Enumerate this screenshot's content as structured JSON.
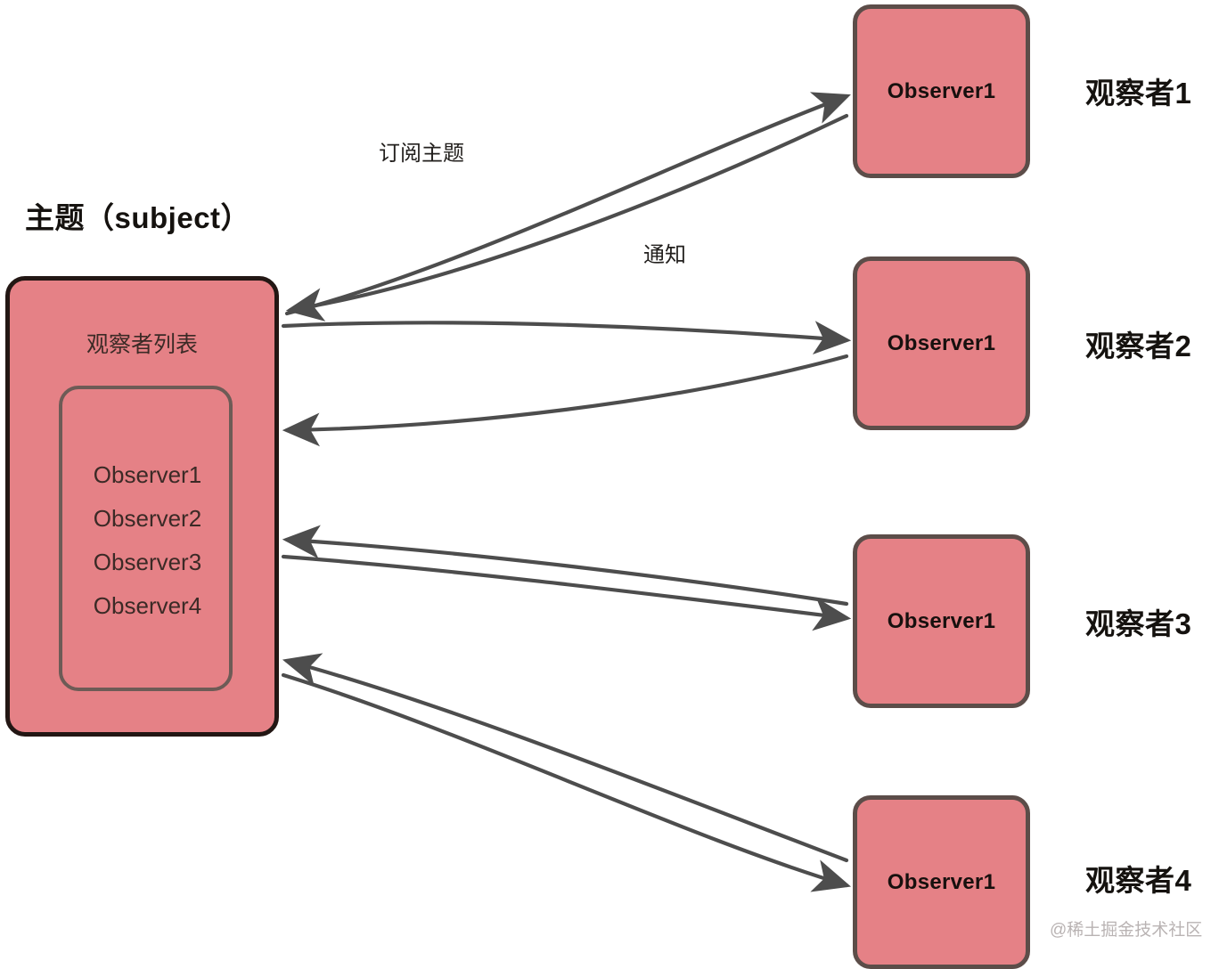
{
  "diagram": {
    "title_text": "主题（subject）",
    "watermark": "@稀土掘金技术社区",
    "colors": {
      "box_fill": "#e58186",
      "subject_border": "#231714",
      "observer_border": "#5c4d49",
      "inner_list_border": "#6d5b56",
      "edge_stroke": "#4d4d4d",
      "background": "#ffffff"
    }
  },
  "subject": {
    "title": "主题（subject）",
    "list_caption": "观察者列表",
    "list_items": [
      "Observer1",
      "Observer2",
      "Observer3",
      "Observer4"
    ]
  },
  "edge_labels": {
    "subscribe": "订阅主题",
    "notify": "通知"
  },
  "observers": [
    {
      "box_text": "Observer1",
      "label": "观察者1"
    },
    {
      "box_text": "Observer1",
      "label": "观察者2"
    },
    {
      "box_text": "Observer1",
      "label": "观察者3"
    },
    {
      "box_text": "Observer1",
      "label": "观察者4"
    }
  ]
}
